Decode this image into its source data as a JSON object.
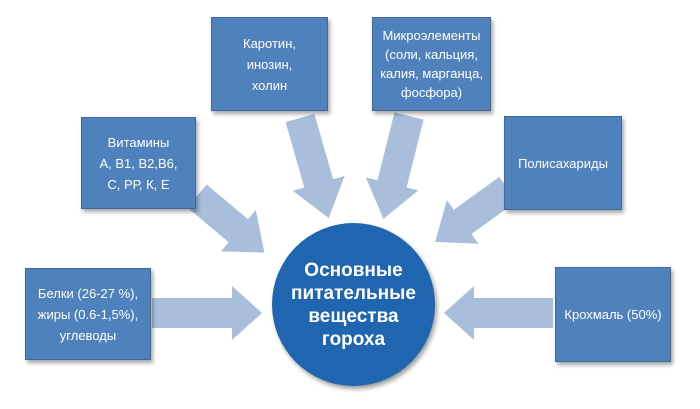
{
  "center": {
    "lines": [
      "Основные",
      "питательные",
      "вещества",
      "гороха"
    ]
  },
  "boxes": {
    "proteins": {
      "lines": [
        "Белки (26-27 %),",
        "жиры (0.6-1,5%),",
        "углеводы"
      ]
    },
    "vitamins": {
      "lines": [
        "Витамины",
        "А, В1, В2,В6,",
        "С, РР, К, Е"
      ]
    },
    "carotene": {
      "lines": [
        "Каротин,",
        "инозин,",
        "холин"
      ]
    },
    "microelements": {
      "lines": [
        "Микроэлементы",
        "(соли, кальция,",
        "калия, марганца,",
        "фосфора)"
      ]
    },
    "polysaccharides": {
      "lines": [
        "Полисахариды"
      ]
    },
    "starch": {
      "lines": [
        "Крохмаль (50%)"
      ]
    }
  },
  "colors": {
    "box_fill": "#4f81bd",
    "center_fill": "#1f65b0",
    "arrow_fill": "#a8bedb",
    "text": "#ffffff"
  }
}
